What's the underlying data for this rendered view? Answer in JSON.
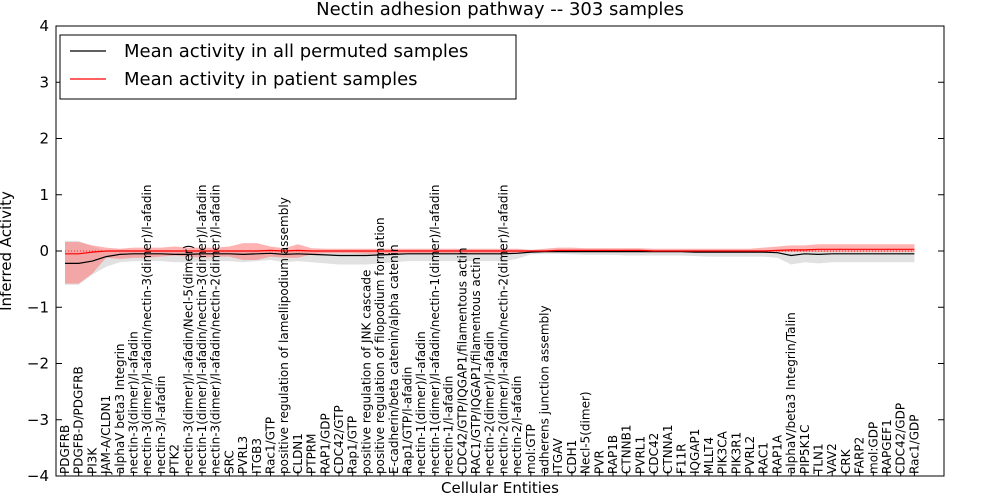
{
  "chart_data": {
    "type": "line",
    "title": "Nectin adhesion pathway -- 303 samples",
    "xlabel": "Cellular Entities",
    "ylabel": "Inferred Activity",
    "ylim": [
      -4,
      4
    ],
    "yticks": [
      "−4",
      "−3",
      "−2",
      "−1",
      "0",
      "1",
      "2",
      "3",
      "4"
    ],
    "legend_position": "upper-left",
    "grid": false,
    "categories": [
      "PDGFRB",
      "PDGFB-D/PDGFRB",
      "PI3K",
      "JAM-A/CLDN1",
      "alphaV beta3 Integrin",
      "nectin-3(dimer)/l-afadin",
      "nectin-3(dimer)/l-afadin/nectin-3(dimer)/l-afadin",
      "nectin-3/l-afadin",
      "PTK2",
      "nectin-3(dimer)/l-afadin/Necl-5(dimer)",
      "nectin-1(dimer)/l-afadin/nectin-3(dimer)/l-afadin",
      "nectin-3(dimer)/l-afadin/nectin-2(dimer)/l-afadin",
      "SRC",
      "PVRL3",
      "ITGB3",
      "Rac1/GTP",
      "positive regulation of lamellipodium assembly",
      "CLDN1",
      "PTPRM",
      "RAP1/GDP",
      "CDC42/GTP",
      "Rap1/GTP",
      "positive regulation of JNK cascade",
      "positive regulation of filopodium formation",
      "E-cadherin/beta catenin/alpha catenin",
      "Rap1/GTP/l-afadin",
      "nectin-1(dimer)/l-afadin",
      "nectin-1(dimer)/l-afadin/nectin-1(dimer)/l-afadin",
      "nectin-1/l-afadin",
      "CDC42/GTP/IQGAP1/filamentous actin",
      "RAC1/GTP/IQGAP1/filamentous actin",
      "nectin-2(dimer)/l-afadin",
      "nectin-2(dimer)/l-afadin/nectin-2(dimer)/l-afadin",
      "nectin-2/l-afadin",
      "mol:GTP",
      "adherens junction assembly",
      "ITGAV",
      "CDH1",
      "Necl-5(dimer)",
      "PVR",
      "RAP1B",
      "CTNNB1",
      "PVRL1",
      "CDC42",
      "CTNNA1",
      "F11R",
      "IQGAP1",
      "MLLT4",
      "PIK3CA",
      "PIK3R1",
      "PVRL2",
      "RAC1",
      "RAP1A",
      "alphaV/beta3 Integrin/Talin",
      "PIP5K1C",
      "TLN1",
      "VAV2",
      "CRK",
      "FARP2",
      "mol:GDP",
      "RAPGEF1",
      "CDC42/GDP",
      "Rac1/GDP"
    ],
    "series": [
      {
        "name": "Mean activity in all permuted samples",
        "color": "#000000",
        "values": [
          -0.22,
          -0.22,
          -0.18,
          -0.1,
          -0.06,
          -0.05,
          -0.05,
          -0.05,
          -0.06,
          -0.06,
          -0.05,
          -0.05,
          -0.05,
          -0.06,
          -0.05,
          -0.04,
          -0.06,
          -0.05,
          -0.06,
          -0.07,
          -0.08,
          -0.08,
          -0.08,
          -0.07,
          -0.06,
          -0.05,
          -0.05,
          -0.05,
          -0.05,
          -0.05,
          -0.05,
          -0.05,
          -0.05,
          -0.04,
          -0.02,
          -0.01,
          -0.01,
          -0.01,
          -0.01,
          -0.01,
          -0.01,
          -0.01,
          -0.01,
          -0.01,
          -0.01,
          -0.01,
          -0.02,
          -0.02,
          -0.02,
          -0.02,
          -0.02,
          -0.02,
          -0.03,
          -0.08,
          -0.05,
          -0.06,
          -0.05,
          -0.05,
          -0.05,
          -0.05,
          -0.05,
          -0.05,
          -0.05
        ],
        "band": [
          [
            -0.6,
            0.18
          ],
          [
            -0.6,
            0.18
          ],
          [
            -0.42,
            0.08
          ],
          [
            -0.28,
            0.0
          ],
          [
            -0.2,
            0.02
          ],
          [
            -0.18,
            0.02
          ],
          [
            -0.18,
            0.02
          ],
          [
            -0.18,
            0.02
          ],
          [
            -0.2,
            0.01
          ],
          [
            -0.2,
            0.01
          ],
          [
            -0.18,
            0.02
          ],
          [
            -0.18,
            0.02
          ],
          [
            -0.18,
            0.02
          ],
          [
            -0.2,
            0.01
          ],
          [
            -0.18,
            0.02
          ],
          [
            -0.16,
            0.02
          ],
          [
            -0.2,
            0.01
          ],
          [
            -0.18,
            0.02
          ],
          [
            -0.2,
            0.01
          ],
          [
            -0.22,
            0.0
          ],
          [
            -0.24,
            0.0
          ],
          [
            -0.24,
            0.0
          ],
          [
            -0.24,
            0.0
          ],
          [
            -0.22,
            0.0
          ],
          [
            -0.2,
            0.01
          ],
          [
            -0.18,
            0.02
          ],
          [
            -0.18,
            0.02
          ],
          [
            -0.18,
            0.02
          ],
          [
            -0.18,
            0.02
          ],
          [
            -0.18,
            0.02
          ],
          [
            -0.18,
            0.02
          ],
          [
            -0.18,
            0.02
          ],
          [
            -0.18,
            0.02
          ],
          [
            -0.14,
            0.02
          ],
          [
            -0.06,
            0.01
          ],
          [
            -0.05,
            0.01
          ],
          [
            -0.05,
            0.01
          ],
          [
            -0.06,
            0.02
          ],
          [
            -0.07,
            0.02
          ],
          [
            -0.07,
            0.02
          ],
          [
            -0.07,
            0.02
          ],
          [
            -0.08,
            0.02
          ],
          [
            -0.08,
            0.02
          ],
          [
            -0.08,
            0.02
          ],
          [
            -0.08,
            0.02
          ],
          [
            -0.08,
            0.02
          ],
          [
            -0.09,
            0.02
          ],
          [
            -0.1,
            0.02
          ],
          [
            -0.1,
            0.02
          ],
          [
            -0.1,
            0.02
          ],
          [
            -0.1,
            0.02
          ],
          [
            -0.1,
            0.02
          ],
          [
            -0.12,
            0.01
          ],
          [
            -0.24,
            0.01
          ],
          [
            -0.2,
            0.02
          ],
          [
            -0.22,
            0.02
          ],
          [
            -0.2,
            0.02
          ],
          [
            -0.2,
            0.02
          ],
          [
            -0.2,
            0.02
          ],
          [
            -0.2,
            0.02
          ],
          [
            -0.2,
            0.02
          ],
          [
            -0.2,
            0.02
          ],
          [
            -0.2,
            0.02
          ]
        ]
      },
      {
        "name": "Mean activity in patient samples",
        "color": "#ff0000",
        "values": [
          -0.05,
          -0.05,
          -0.02,
          0.0,
          0.0,
          0.0,
          0.0,
          0.0,
          0.0,
          0.0,
          0.0,
          0.0,
          0.0,
          0.0,
          0.0,
          0.01,
          0.0,
          0.01,
          0.0,
          0.0,
          0.0,
          0.0,
          0.0,
          0.0,
          0.0,
          0.0,
          0.0,
          0.0,
          0.0,
          0.0,
          0.0,
          0.0,
          0.0,
          0.0,
          0.0,
          0.0,
          0.01,
          0.01,
          0.01,
          0.01,
          0.01,
          0.01,
          0.01,
          0.0,
          0.0,
          0.0,
          0.0,
          0.0,
          0.0,
          0.0,
          0.0,
          0.0,
          0.01,
          0.02,
          0.02,
          0.03,
          0.03,
          0.03,
          0.03,
          0.03,
          0.03,
          0.03,
          0.03
        ],
        "band": [
          [
            -0.58,
            0.16
          ],
          [
            -0.58,
            0.16
          ],
          [
            -0.4,
            0.1
          ],
          [
            -0.12,
            0.06
          ],
          [
            -0.14,
            0.04
          ],
          [
            -0.12,
            0.06
          ],
          [
            -0.12,
            0.06
          ],
          [
            -0.1,
            0.06
          ],
          [
            -0.08,
            0.08
          ],
          [
            -0.1,
            0.06
          ],
          [
            -0.12,
            0.06
          ],
          [
            -0.1,
            0.06
          ],
          [
            -0.1,
            0.08
          ],
          [
            -0.16,
            0.14
          ],
          [
            -0.16,
            0.14
          ],
          [
            -0.1,
            0.08
          ],
          [
            -0.12,
            0.05
          ],
          [
            -0.12,
            0.12
          ],
          [
            -0.06,
            0.05
          ],
          [
            -0.04,
            0.04
          ],
          [
            -0.04,
            0.04
          ],
          [
            -0.04,
            0.04
          ],
          [
            -0.05,
            0.04
          ],
          [
            -0.05,
            0.04
          ],
          [
            -0.05,
            0.04
          ],
          [
            -0.05,
            0.04
          ],
          [
            -0.05,
            0.04
          ],
          [
            -0.05,
            0.04
          ],
          [
            -0.05,
            0.04
          ],
          [
            -0.05,
            0.04
          ],
          [
            -0.05,
            0.04
          ],
          [
            -0.05,
            0.04
          ],
          [
            -0.05,
            0.04
          ],
          [
            -0.04,
            0.04
          ],
          [
            -0.02,
            0.02
          ],
          [
            -0.02,
            0.04
          ],
          [
            -0.02,
            0.06
          ],
          [
            -0.02,
            0.06
          ],
          [
            -0.02,
            0.05
          ],
          [
            -0.02,
            0.05
          ],
          [
            -0.02,
            0.05
          ],
          [
            -0.02,
            0.05
          ],
          [
            -0.02,
            0.05
          ],
          [
            -0.02,
            0.04
          ],
          [
            -0.02,
            0.04
          ],
          [
            -0.02,
            0.04
          ],
          [
            -0.02,
            0.04
          ],
          [
            -0.02,
            0.04
          ],
          [
            -0.02,
            0.04
          ],
          [
            -0.02,
            0.04
          ],
          [
            -0.02,
            0.04
          ],
          [
            -0.02,
            0.06
          ],
          [
            -0.02,
            0.08
          ],
          [
            -0.02,
            0.1
          ],
          [
            -0.02,
            0.1
          ],
          [
            -0.02,
            0.12
          ],
          [
            -0.02,
            0.12
          ],
          [
            -0.02,
            0.12
          ],
          [
            -0.02,
            0.12
          ],
          [
            -0.02,
            0.12
          ],
          [
            -0.02,
            0.12
          ],
          [
            -0.02,
            0.12
          ],
          [
            -0.02,
            0.12
          ]
        ]
      }
    ],
    "colors": {
      "permuted_band": "#c8c8c8",
      "patient_band": "#ff7f7f"
    }
  }
}
